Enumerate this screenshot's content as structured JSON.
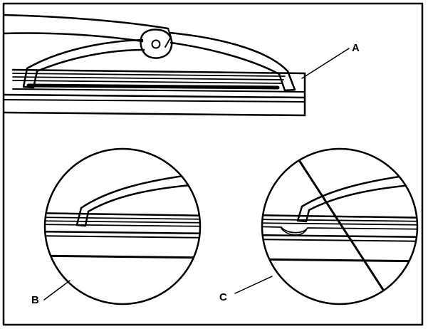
{
  "figure": {
    "kind": "wiper-blade-inspection-illustration",
    "labels": {
      "a": "A",
      "b": "B",
      "c": "C"
    },
    "panels": [
      {
        "id": "top",
        "label_ref": "a"
      },
      {
        "id": "correct",
        "label_ref": "b",
        "crossed_out": false
      },
      {
        "id": "incorrect",
        "label_ref": "c",
        "crossed_out": true
      }
    ],
    "colors": {
      "ink": "#000000",
      "paper": "#ffffff"
    }
  }
}
